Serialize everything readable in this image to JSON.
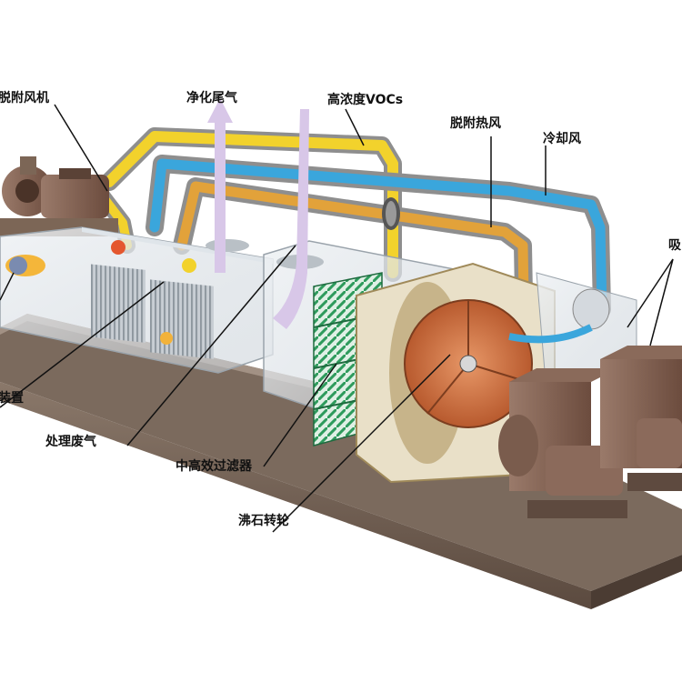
{
  "labels": {
    "desorption_fan": "脱附风机",
    "purified_exhaust": "净化尾气",
    "high_conc_vocs": "高浓度VOCs",
    "desorption_hot_air": "脱附热风",
    "cooling_air": "冷却风",
    "right_cut": "吸",
    "device": "装置",
    "treated_waste_gas": "处理废气",
    "filter": "中高效过滤器",
    "zeolite_rotor": "沸石转轮"
  },
  "colors": {
    "hot_pipe": "#f2d22c",
    "cool_pipe": "#3aa6dc",
    "desorb_pipe": "#e2a23a",
    "exhaust_arrow": "#d8c7e8",
    "base": "#6b5a4e",
    "rotor": "#d97b4a",
    "filter": "#2e9b5c"
  }
}
